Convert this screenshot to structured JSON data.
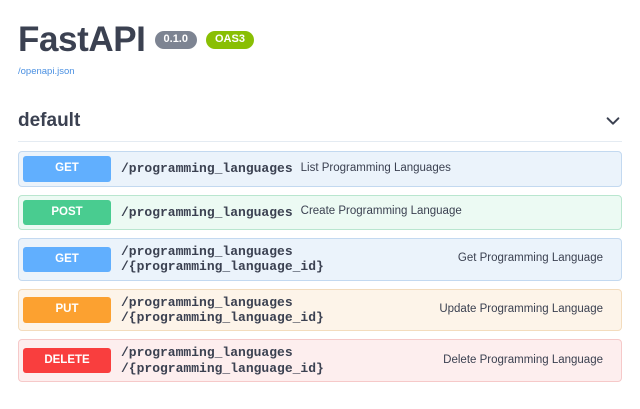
{
  "header": {
    "title": "FastAPI",
    "version_badge": "0.1.0",
    "oas_badge": "OAS3",
    "spec_link": "/openapi.json"
  },
  "tag_section": {
    "name": "default",
    "toggle_icon": "chevron-down-icon"
  },
  "operations": [
    {
      "method": "GET",
      "path": "/programming_languages",
      "description": "List Programming Languages",
      "multiline": false,
      "color": "#61affe"
    },
    {
      "method": "POST",
      "path": "/programming_languages",
      "description": "Create Programming Language",
      "multiline": false,
      "color": "#49cc90"
    },
    {
      "method": "GET",
      "path": "/programming_languages/{programming_language_id}",
      "path_line1": "/programming_languages",
      "path_line2": "/{programming_language_id}",
      "description": "Get Programming Language",
      "multiline": true,
      "color": "#61affe"
    },
    {
      "method": "PUT",
      "path": "/programming_languages/{programming_language_id}",
      "path_line1": "/programming_languages",
      "path_line2": "/{programming_language_id}",
      "description": "Update Programming Language",
      "multiline": true,
      "color": "#fca130"
    },
    {
      "method": "DELETE",
      "path": "/programming_languages/{programming_language_id}",
      "path_line1": "/programming_languages",
      "path_line2": "/{programming_language_id}",
      "description": "Delete Programming Language",
      "multiline": true,
      "color": "#f93e3e"
    }
  ]
}
